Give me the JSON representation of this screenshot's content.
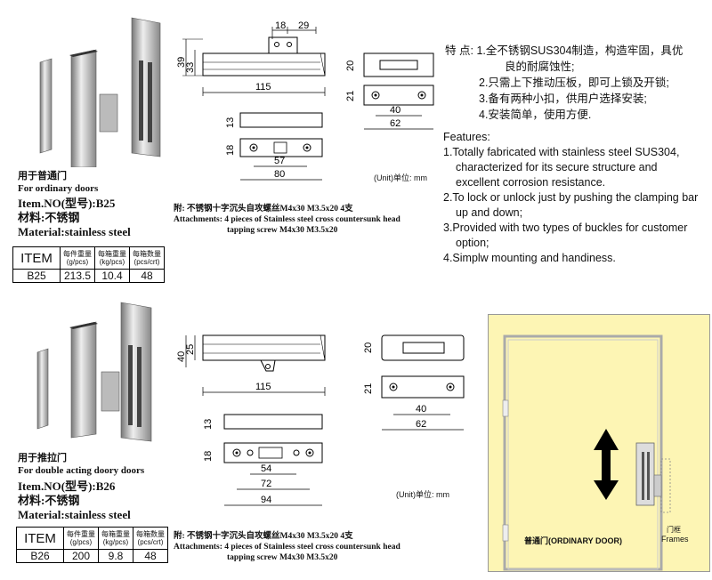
{
  "b25": {
    "name_cn": "用于普通门",
    "name_en": "For ordinary doors",
    "item_no": "Item.NO(型号):B25",
    "material_cn": "材料:不锈钢",
    "material_en": "Material:stainless steel",
    "table": {
      "item_label": "ITEM",
      "headers": [
        [
          "每件重量",
          "(g/pcs)"
        ],
        [
          "每箱重量",
          "(kg/pcs)"
        ],
        [
          "每箱数量",
          "(pcs/crt)"
        ]
      ],
      "row": [
        "B25",
        "213.5",
        "10.4",
        "48"
      ]
    },
    "dims": {
      "d18": "18",
      "d29": "29",
      "d39": "39",
      "d33": "33",
      "d115": "115",
      "d20": "20",
      "d21": "21",
      "d40": "40",
      "d62": "62",
      "d13": "13",
      "d18b": "18",
      "d57": "57",
      "d80": "80"
    },
    "unit": "(Unit)单位: mm",
    "attach_cn": "附: 不锈钢十字沉头自攻螺丝M4x30 M3.5x20  4支",
    "attach_en1": "Attachments: 4 pieces of Stainless steel cross countersunk head",
    "attach_en2": "tapping screw M4x30 M3.5x20"
  },
  "b26": {
    "name_cn": "用于推拉门",
    "name_en": "For double acting doory doors",
    "item_no": "Item.NO(型号):B26",
    "material_cn": "材料:不锈钢",
    "material_en": "Material:stainless steel",
    "table": {
      "item_label": "ITEM",
      "headers": [
        [
          "每件重量",
          "(g/pcs)"
        ],
        [
          "每箱重量",
          "(kg/pcs)"
        ],
        [
          "每箱数量",
          "(pcs/crt)"
        ]
      ],
      "row": [
        "B26",
        "200",
        "9.8",
        "48"
      ]
    },
    "dims": {
      "d40": "40",
      "d25": "25",
      "d115": "115",
      "d20": "20",
      "d21": "21",
      "d40b": "40",
      "d62": "62",
      "d13": "13",
      "d18": "18",
      "d54": "54",
      "d72": "72",
      "d94": "94"
    },
    "unit": "(Unit)单位: mm",
    "attach_cn": "附: 不锈钢十字沉头自攻螺丝M4x30 M3.5x20  4支",
    "attach_en1": "Attachments: 4 pieces of Stainless  steel cross countersunk head",
    "attach_en2": "tapping screw M4x30 M3.5x20"
  },
  "features_cn": {
    "head": "特  点:",
    "items": [
      "1.全不锈钢SUS304制造，构造牢固，具优",
      "良的耐腐蚀性;",
      "2.只需上下推动压板，即可上锁及开锁;",
      "3.备有两种小扣，供用户选择安装;",
      "4.安装简单，使用方便."
    ]
  },
  "features_en": {
    "head": "Features:",
    "items": [
      "1.Totally fabricated with stainless steel SUS304,",
      "characterized for its secure structure and",
      "excellent corrosion resistance.",
      "2.To lock or unlock just by pushing the clamping bar",
      "up and down;",
      "3.Provided with two types of buckles for customer",
      "option;",
      "4.Simplw mounting and handiness."
    ]
  },
  "door": {
    "label": "普通门(ORDINARY DOOR)",
    "frame_cn": "门框",
    "frame_en": "Frames",
    "colors": {
      "panel": "#fdf5b4",
      "border": "#999999"
    }
  }
}
